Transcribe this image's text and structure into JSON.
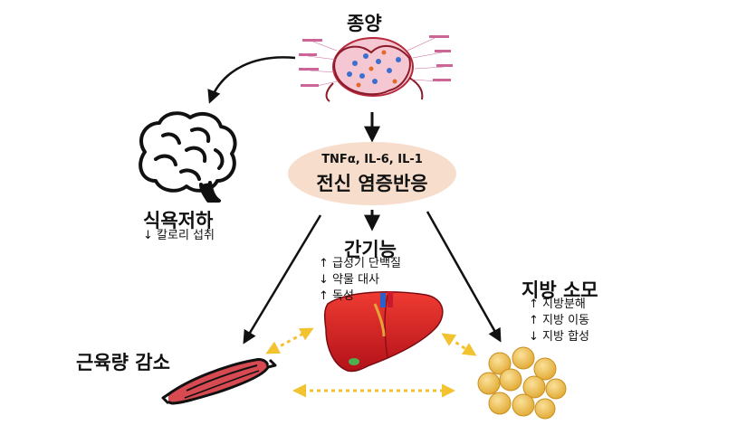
{
  "diagram": {
    "tumor": {
      "title": "종양"
    },
    "inflammation": {
      "cytokines": "TNFα, IL-6, IL-1",
      "title": "전신 염증반응"
    },
    "appetite": {
      "title": "식욕저하",
      "effects": [
        "↓ 칼로리 섭취"
      ]
    },
    "liver": {
      "title": "간기능",
      "effects": [
        "↑ 급성기 단백질",
        "↓ 약물 대사",
        "↑ 독성"
      ]
    },
    "fat": {
      "title": "지방 소모",
      "effects": [
        "↑  지방분해",
        "↑  지방 이동",
        "↓  지방 합성"
      ]
    },
    "muscle": {
      "title": "근육량 감소"
    }
  },
  "colors": {
    "ellipse_fill": "#f7ddcb",
    "arrow": "#111111",
    "crosstalk": "#f2c230",
    "liver": "#d92020",
    "fat": "#f2c24a",
    "muscle": "#d74a52"
  },
  "icons": [
    "tumor-tissue-icon",
    "brain-icon",
    "liver-icon",
    "fat-cells-icon",
    "muscle-icon"
  ]
}
